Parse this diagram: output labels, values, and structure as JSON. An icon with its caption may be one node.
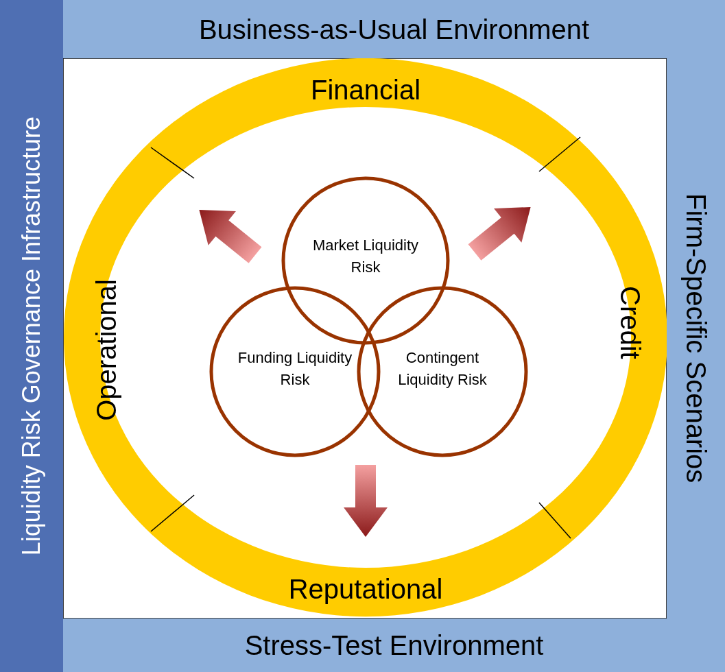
{
  "diagram": {
    "nodes": [
      {
        "text": [
          "Liquidity Risk Governance Infrastructure"
        ]
      },
      {
        "text": [
          "Business-as-Usual Environment"
        ]
      },
      {
        "text": [
          "Firm-Specific Scenarios"
        ]
      },
      {
        "text": [
          "Stress-Test Environment"
        ]
      },
      {
        "text": [
          "Financial"
        ]
      },
      {
        "text": [
          "Operational"
        ]
      },
      {
        "text": [
          "Credit"
        ]
      },
      {
        "text": [
          "Reputational"
        ]
      },
      {
        "text": [
          "Market Liquidity Risk"
        ]
      },
      {
        "text": [
          "Funding Liquidity Risk"
        ]
      },
      {
        "text": [
          "Contingent Liquidity Risk"
        ]
      }
    ]
  }
}
